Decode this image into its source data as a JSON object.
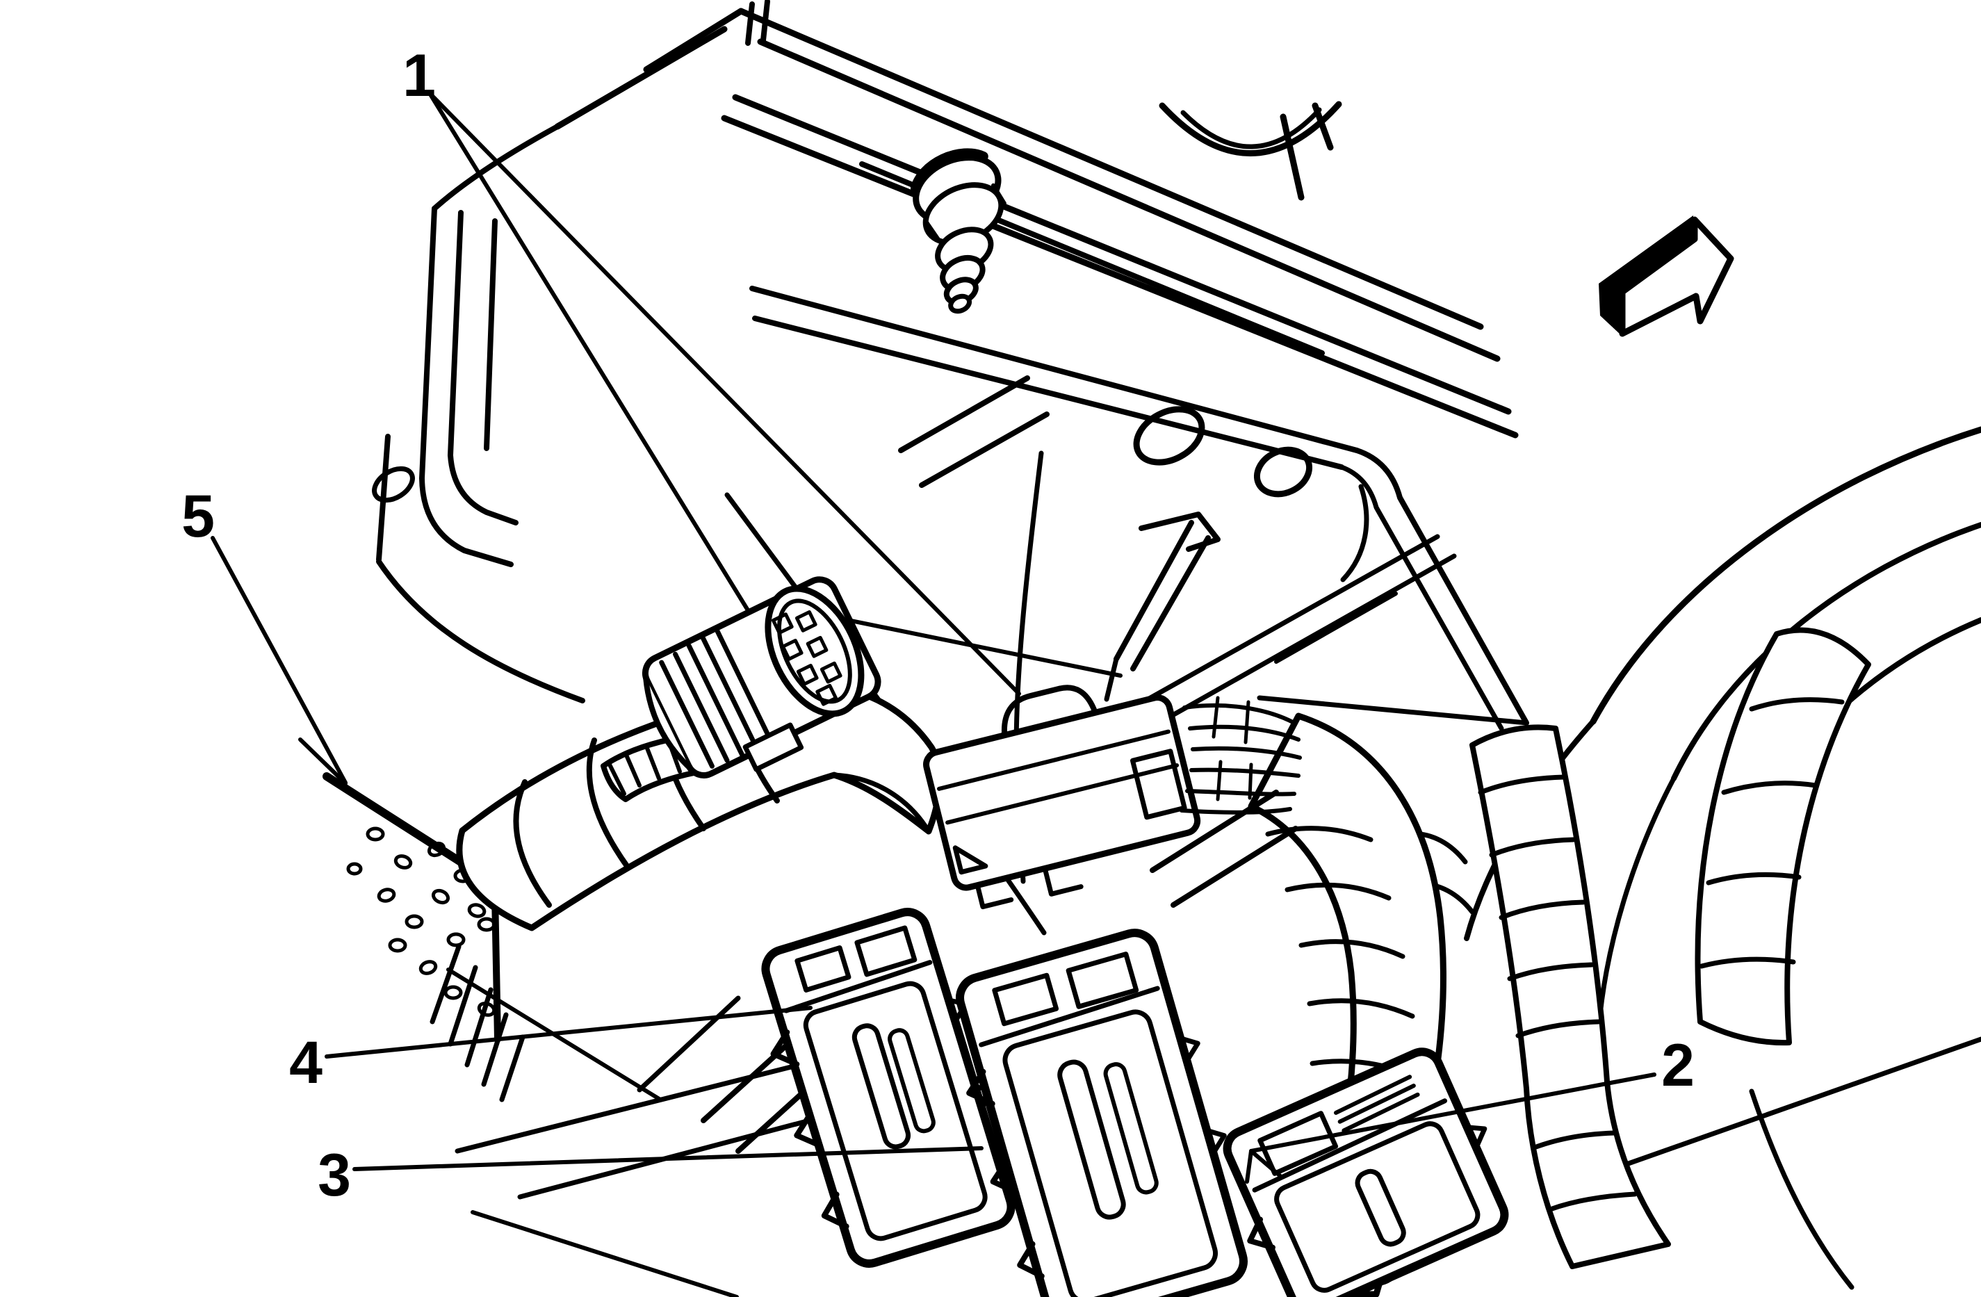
{
  "diagram": {
    "description": "engine-compartment-wiring-connector-line-art",
    "background_color": "#ffffff",
    "line_color": "#000000",
    "callouts": [
      {
        "id": 1,
        "label": "1"
      },
      {
        "id": 2,
        "label": "2"
      },
      {
        "id": 3,
        "label": "3"
      },
      {
        "id": 4,
        "label": "4"
      },
      {
        "id": 5,
        "label": "5"
      }
    ],
    "icons": [
      {
        "name": "front-direction-arrow"
      },
      {
        "name": "insertion-direction-arrow"
      }
    ]
  }
}
